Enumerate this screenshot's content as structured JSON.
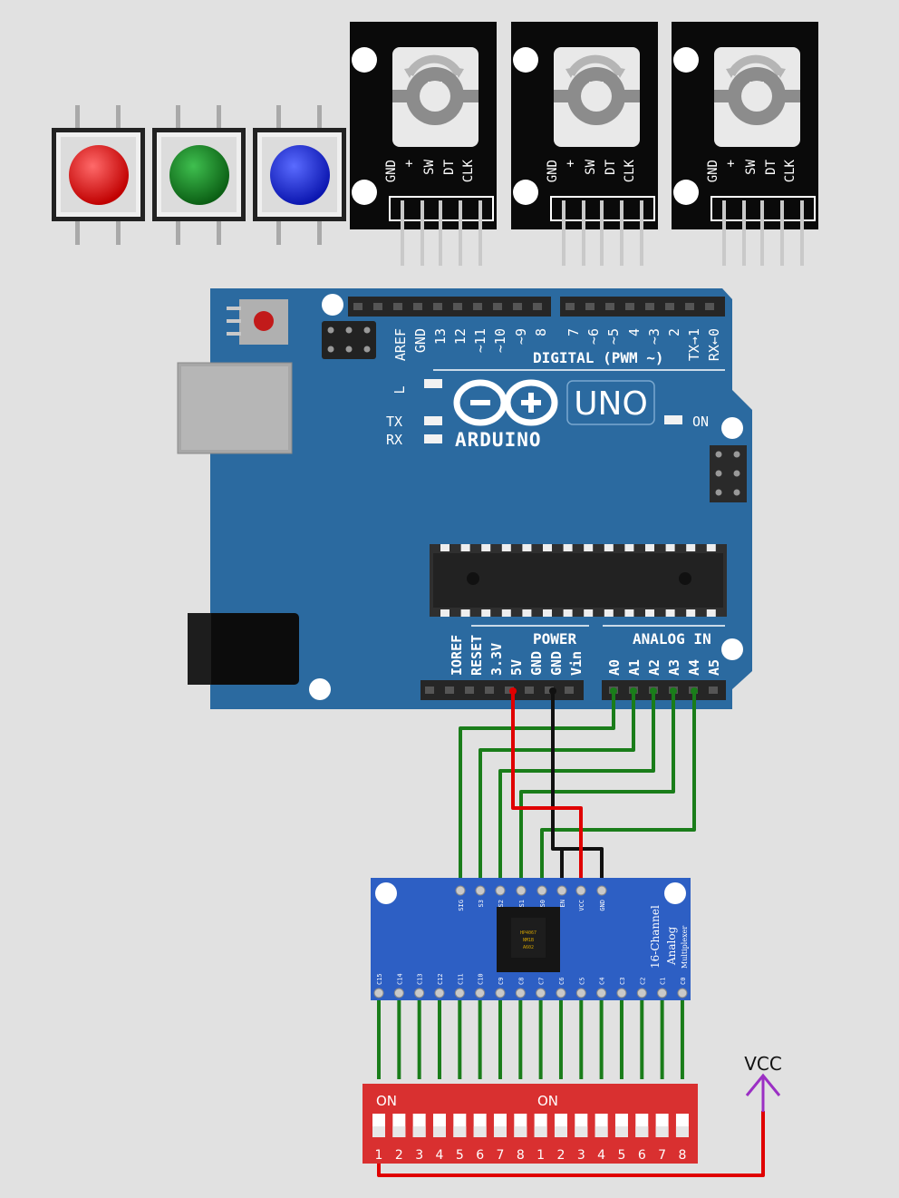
{
  "colors": {
    "background": "#e1e1e1",
    "arduino_board": "#2b6aa0",
    "arduino_text": "#ffffff",
    "mux_board": "#2d5fc4",
    "wire_signal": "#1a7d1a",
    "wire_power": "#e00000",
    "wire_ground": "#111111",
    "dip_body": "#d93030",
    "vcc_arrow": "#9b2fc4"
  },
  "buttons": [
    {
      "name": "red",
      "color": "#e01010"
    },
    {
      "name": "green",
      "color": "#0f7d1a"
    },
    {
      "name": "blue",
      "color": "#1a2fe0"
    }
  ],
  "encoder": {
    "pins": [
      "GND",
      "+",
      "SW",
      "DT",
      "CLK"
    ],
    "count": 3
  },
  "arduino": {
    "brand": "ARDUINO",
    "model": "UNO",
    "on_label": "ON",
    "tx_label": "TX",
    "rx_label": "RX",
    "l_label": "L",
    "digital_label": "DIGITAL (PWM ~)",
    "power_label": "POWER",
    "analog_label": "ANALOG IN",
    "digital_pins_left": [
      "AREF",
      "GND",
      "13",
      "12",
      "~11",
      "~10",
      "~9",
      "8"
    ],
    "digital_pins_right": [
      "7",
      "~6",
      "~5",
      "4",
      "~3",
      "2",
      "TX→1",
      "RX←0"
    ],
    "power_pins": [
      "IOREF",
      "RESET",
      "3.3V",
      "5V",
      "GND",
      "GND",
      "Vin"
    ],
    "analog_pins": [
      "A0",
      "A1",
      "A2",
      "A3",
      "A4",
      "A5"
    ]
  },
  "mux": {
    "top_pins": [
      "SIG",
      "S3",
      "S2",
      "S1",
      "S0",
      "EN",
      "VCC",
      "GND"
    ],
    "bottom_pins": [
      "C15",
      "C14",
      "C13",
      "C12",
      "C11",
      "C10",
      "C9",
      "C8",
      "C7",
      "C6",
      "C5",
      "C4",
      "C3",
      "C2",
      "C1",
      "C0"
    ],
    "title_lines": [
      "16-Channel",
      "Analog",
      "Multiplexer"
    ]
  },
  "dip": {
    "on_labels": [
      "ON",
      "ON"
    ],
    "numbers": [
      "1",
      "2",
      "3",
      "4",
      "5",
      "6",
      "7",
      "8",
      "1",
      "2",
      "3",
      "4",
      "5",
      "6",
      "7",
      "8"
    ]
  },
  "vcc_label": "VCC"
}
